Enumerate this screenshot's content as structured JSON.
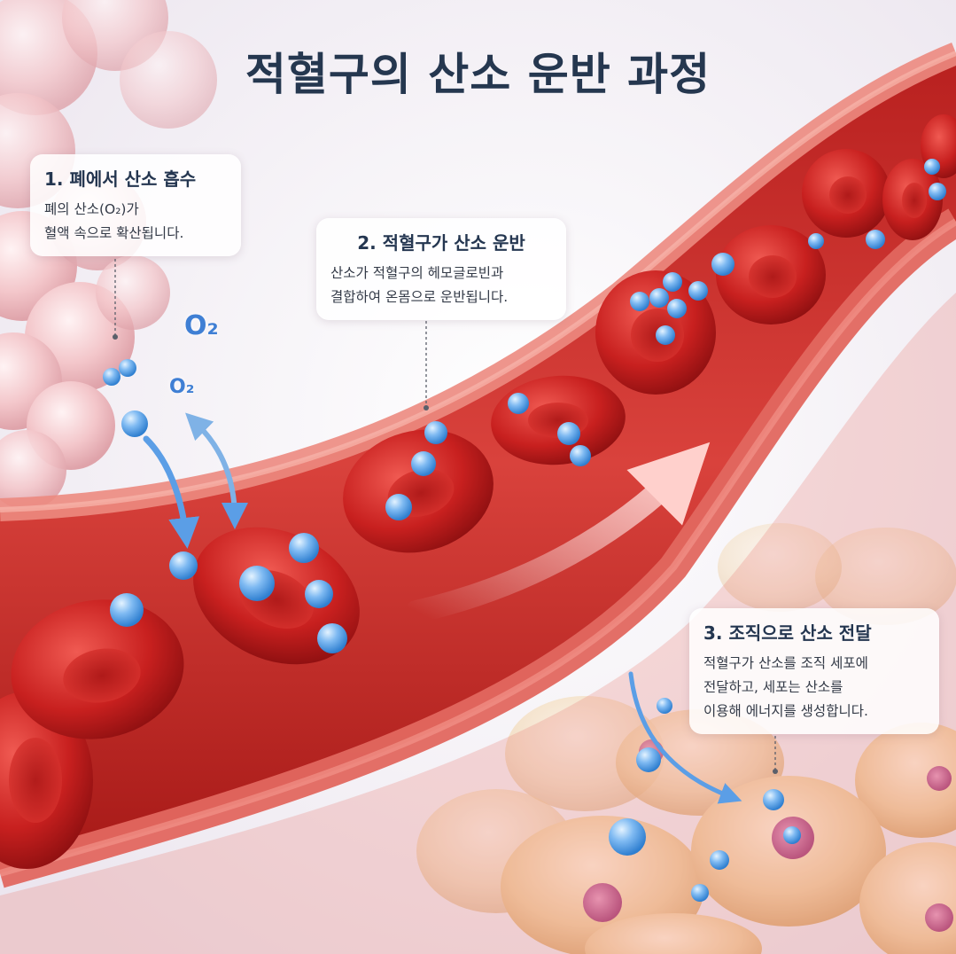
{
  "title": "적혈구의 산소 운반 과정",
  "steps": [
    {
      "heading": "1. 폐에서 산소 흡수",
      "body": "폐의 산소(O₂)가\n혈액 속으로 확산됩니다."
    },
    {
      "heading": "2. 적혈구가 산소 운반",
      "body": "산소가 적혈구의 헤모글로빈과\n결합하여 온몸으로 운반됩니다."
    },
    {
      "heading": "3. 조직으로 산소 전달",
      "body": "적혈구가 산소를 조직 세포에\n전달하고, 세포는 산소를\n이용해 에너지를 생성합니다."
    }
  ],
  "molecule_labels": {
    "o2_large": "O₂",
    "o2_small": "O₂"
  },
  "colors": {
    "vessel": "#c9322f",
    "vessel_wall": "#e4726a",
    "red_blood_cell": "#c8201f",
    "oxygen": "#5aa4ee",
    "lung_tissue": "#f2c4c8",
    "body_tissue": "#f1d3a8",
    "title_text": "#25374f"
  }
}
